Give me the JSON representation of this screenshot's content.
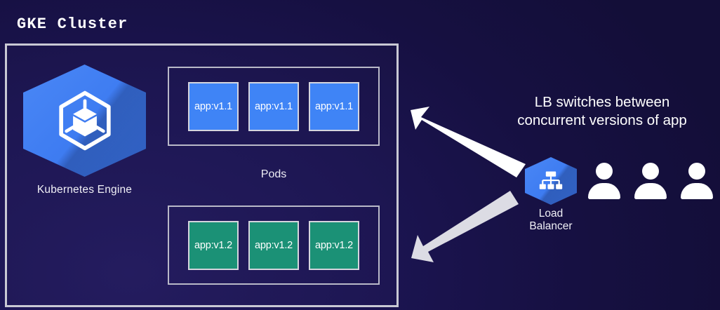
{
  "diagram": {
    "title": "GKE Cluster",
    "background_color": "#1b1450"
  },
  "cluster": {
    "engine": {
      "label": "Kubernetes Engine",
      "icon": "kubernetes-engine-hexagon-icon",
      "hex_color": "#3f7df2"
    },
    "pods_label": "Pods",
    "pod_groups": [
      {
        "id": "v1.1",
        "color": "#3f84f6",
        "pods": [
          {
            "label": "app:v1.1"
          },
          {
            "label": "app:v1.1"
          },
          {
            "label": "app:v1.1"
          }
        ]
      },
      {
        "id": "v1.2",
        "color": "#1b9176",
        "pods": [
          {
            "label": "app:v1.2"
          },
          {
            "label": "app:v1.2"
          },
          {
            "label": "app:v1.2"
          }
        ]
      }
    ]
  },
  "load_balancer": {
    "icon": "load-balancer-hexagon-icon",
    "hex_color": "#3f7df2",
    "label_line1": "Load",
    "label_line2": "Balancer"
  },
  "users": {
    "icon": "user-icon",
    "count": 3,
    "color": "#ffffff"
  },
  "caption": {
    "line1": "LB switches between",
    "line2": "concurrent versions of app",
    "color": "#ffffff"
  },
  "arrows": [
    {
      "name": "arrow-to-v11-pods",
      "direction": "up-left",
      "color": "#ffffff"
    },
    {
      "name": "arrow-to-v12-pods",
      "direction": "down-left",
      "color": "#dcdce4"
    }
  ]
}
